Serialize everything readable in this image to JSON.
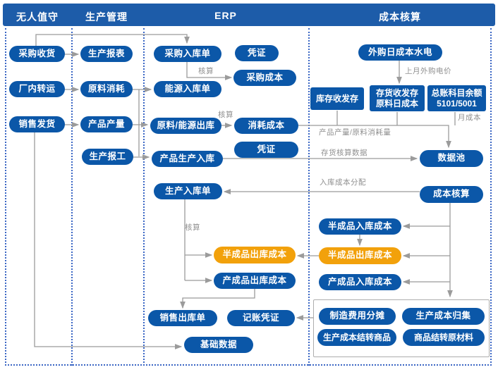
{
  "colors": {
    "header_bg": "#1D5CA9",
    "node_blue": "#0B57A8",
    "node_orange": "#F2A10B",
    "connector_gray": "#9B9B9B",
    "separator_blue": "#3A66C4",
    "edge_label_gray": "#8F8F8F"
  },
  "columns": [
    {
      "label": "无人值守"
    },
    {
      "label": "生产管理"
    },
    {
      "label": "ERP"
    },
    {
      "label": "成本核算"
    }
  ],
  "nodes": {
    "purchase_receiving": {
      "label": "采购收货"
    },
    "internal_transfer": {
      "label": "厂内转运"
    },
    "sales_shipping": {
      "label": "销售发货"
    },
    "production_report": {
      "label": "生产报表"
    },
    "material_consumption": {
      "label": "原料消耗"
    },
    "product_output": {
      "label": "产品产量"
    },
    "production_reporting": {
      "label": "生产报工"
    },
    "purchase_inbound_order": {
      "label": "采购入库单"
    },
    "voucher_1": {
      "label": "凭证"
    },
    "purchase_cost": {
      "label": "采购成本"
    },
    "energy_inbound_order": {
      "label": "能源入库单"
    },
    "material_energy_outbound": {
      "label": "原料/能源出库"
    },
    "consumption_cost": {
      "label": "消耗成本"
    },
    "voucher_2": {
      "label": "凭证"
    },
    "product_production_inbound": {
      "label": "产品生产入库"
    },
    "production_inbound_order": {
      "label": "生产入库单"
    },
    "semi_finished_outbound_cost_erp": {
      "label": "半成品出库成本"
    },
    "finished_goods_outbound_cost": {
      "label": "产成品出库成本"
    },
    "sales_outbound_order": {
      "label": "销售出库单"
    },
    "bookkeeping_voucher": {
      "label": "记账凭证"
    },
    "basic_data": {
      "label": "基础数据"
    },
    "outsourced_daily_cost_utilities": {
      "label": "外购日成本水电"
    },
    "warehouse_in_out_balance": {
      "label": "库存收发存"
    },
    "stock_in_out_material_daily_cost": {
      "label": "存货收发存\n原料日成本"
    },
    "gl_account_balance": {
      "label": "总账科目余额\n5101/5001"
    },
    "data_pool": {
      "label": "数据池"
    },
    "cost_accounting": {
      "label": "成本核算"
    },
    "semi_finished_inbound_cost": {
      "label": "半成品入库成本"
    },
    "semi_finished_outbound_cost": {
      "label": "半成品出库成本"
    },
    "finished_goods_inbound_cost": {
      "label": "产成品入库成本"
    },
    "manufacturing_expense_allocation": {
      "label": "制造费用分摊"
    },
    "production_cost_collection": {
      "label": "生产成本归集"
    },
    "production_cost_to_goods": {
      "label": "生产成本结转商品"
    },
    "goods_to_raw_materials": {
      "label": "商品结转原材料"
    }
  },
  "edge_labels": {
    "calc_1": {
      "text": "核算"
    },
    "calc_2": {
      "text": "核算"
    },
    "calc_3": {
      "text": "核算"
    },
    "last_month_power_price": {
      "text": "上月外购电价"
    },
    "monthly_cost": {
      "text": "月成本"
    },
    "output_and_consumption": {
      "text": "产品产量/原料消耗量"
    },
    "inventory_accounting_data": {
      "text": "存货核算数据"
    },
    "inbound_cost_allocation": {
      "text": "入库成本分配"
    }
  }
}
